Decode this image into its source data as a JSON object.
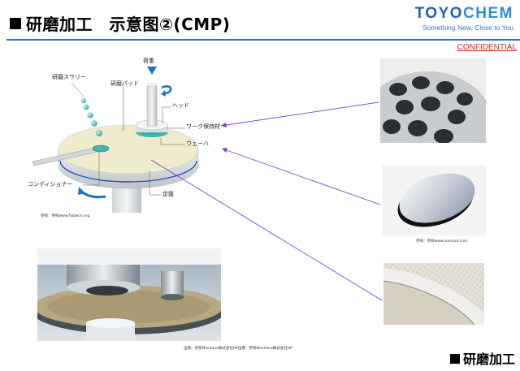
{
  "header": {
    "title": "研磨加工　示意图②(CMP)",
    "logo_toyo": "TOYO",
    "logo_chem": "CHEM",
    "logo_tagline": "Something New, Close to You",
    "confidential": "CONFIDENTIAL"
  },
  "diagram": {
    "labels": {
      "load": "荷重",
      "slurry": "研磨スラリー",
      "pad": "研磨パッド",
      "head": "ヘッド",
      "retainer": "ワーク保持材",
      "wafer": "ウェーハ",
      "conditioner": "コンディショナー",
      "platen": "定盤"
    },
    "credit": "参照：参照www.fabtech.org"
  },
  "photos": {
    "wafer_credit": "参照：参照www.sumcod.com",
    "machine_credit": "出典：参照Mechano株式会社HP出典：参照Mechano株式会社HP"
  },
  "footer": {
    "title": "研磨加工"
  },
  "colors": {
    "accent_blue": "#2a73c6",
    "confidential_red": "#d4262c",
    "arrow_purple": "#7b3fd6"
  }
}
